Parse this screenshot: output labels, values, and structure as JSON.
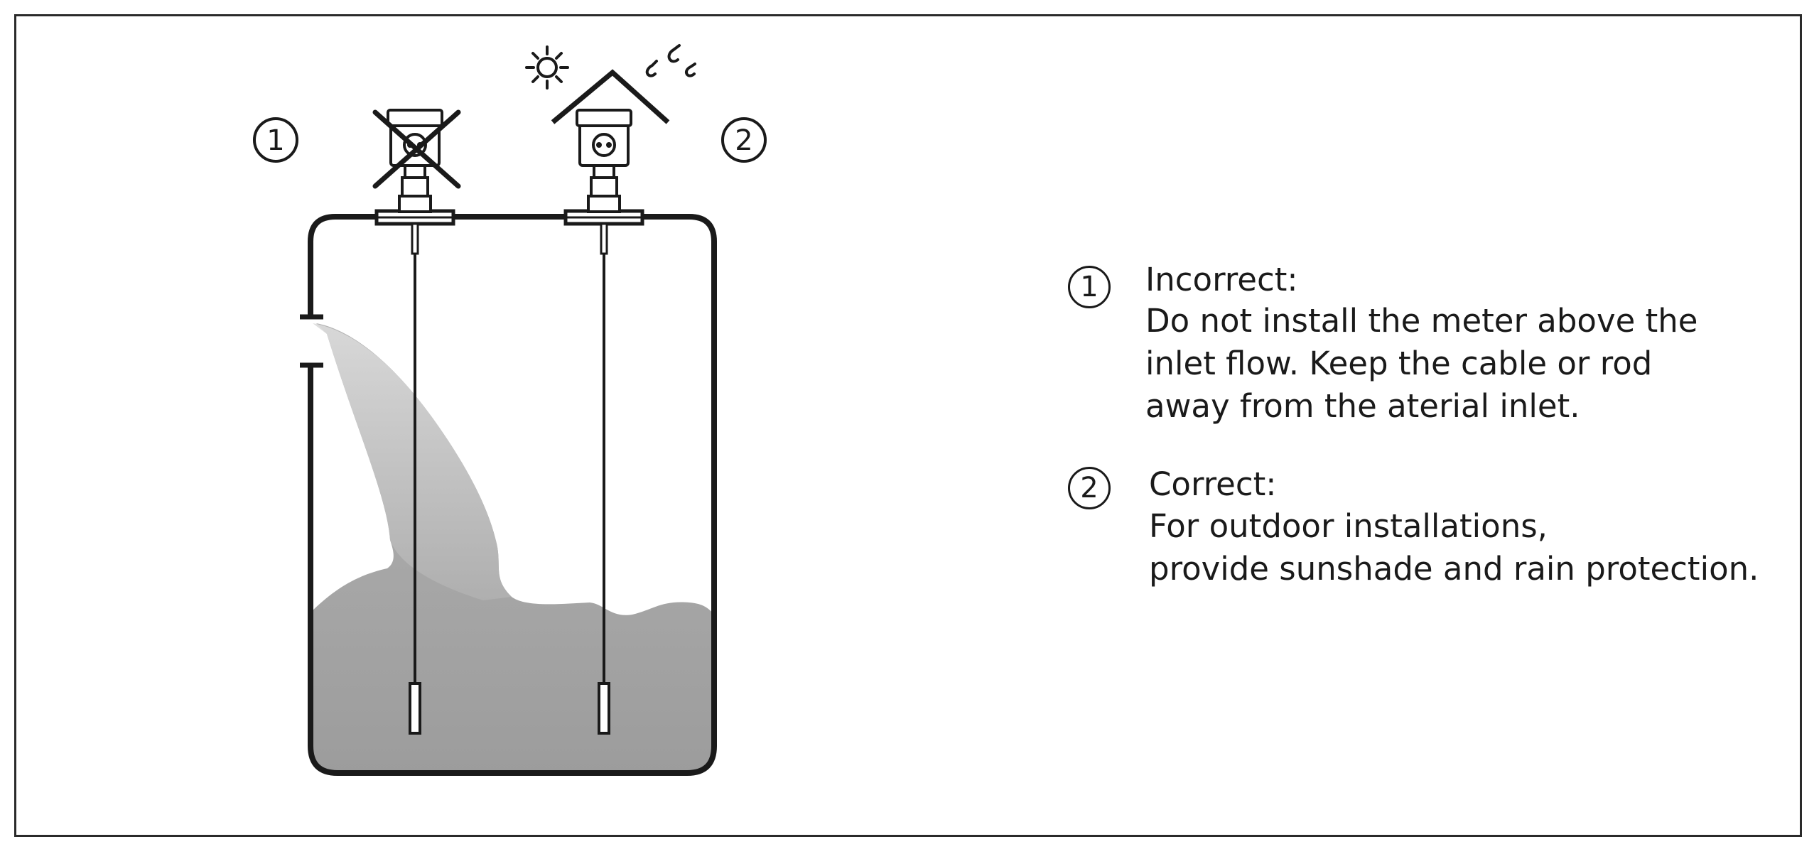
{
  "markers": {
    "incorrect_num": "1",
    "correct_num": "2"
  },
  "legend": {
    "item1": {
      "num": "1",
      "heading": "Incorrect:",
      "lines": [
        "Do not install the meter above the",
        "inlet flow. Keep the cable or rod",
        "away from the  aterial inlet."
      ]
    },
    "item2": {
      "num": "2",
      "heading": "Correct:",
      "lines": [
        "For outdoor installations,",
        "provide sunshade and rain protection."
      ]
    }
  },
  "icons": {
    "incorrect_mark": "cross-icon",
    "sun": "sun-icon",
    "rain": "raindrops-icon",
    "shelter": "roof-icon"
  },
  "colors": {
    "outline": "#1a1a1a",
    "material": "#a6a6a6",
    "inflow": "#c9c9c9"
  }
}
